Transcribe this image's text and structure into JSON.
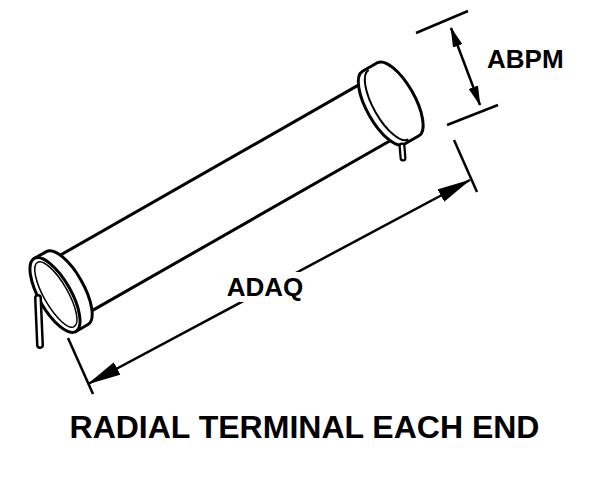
{
  "diagram": {
    "caption": "RADIAL TERMINAL EACH END",
    "labels": [
      "ABPM",
      "ADAQ"
    ]
  }
}
